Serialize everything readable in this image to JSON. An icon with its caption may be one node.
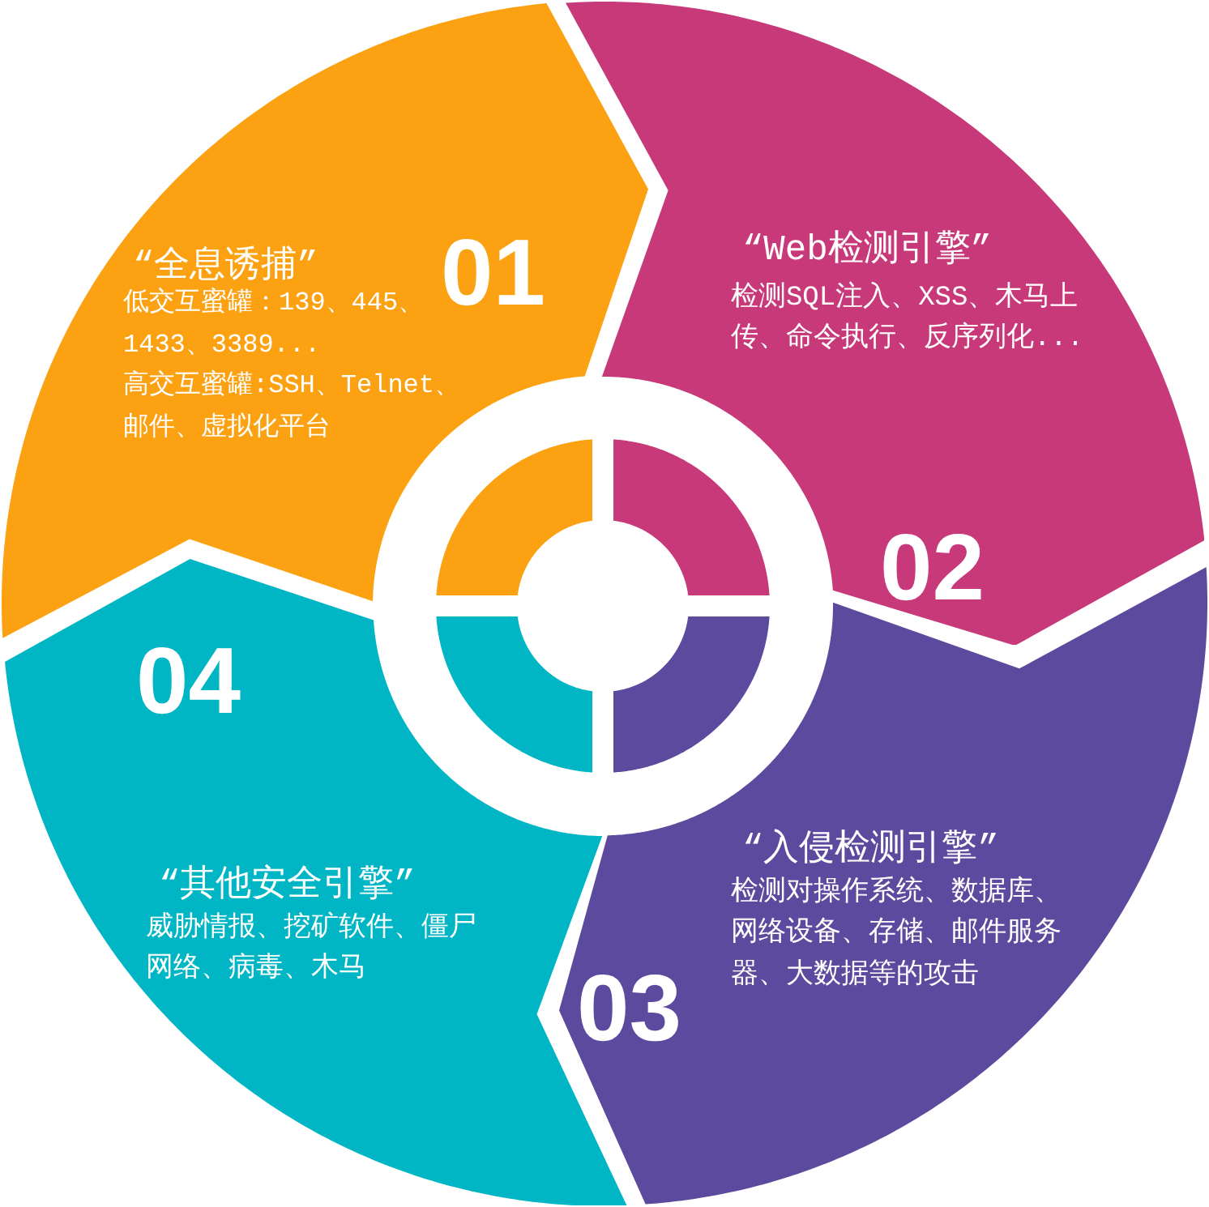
{
  "diagram": {
    "nodes": [
      {
        "text": [
          "01",
          "“全息诱捕”",
          "低交互蜜罐：139、445、1433、3389...",
          "高交互蜜罐:SSH、Telnet、邮件、虚拟化平台"
        ]
      },
      {
        "text": [
          "“Web检测引擎”",
          "检测SQL注入、XSS、木马上传、命令执行、反序列化...",
          "02"
        ]
      },
      {
        "text": [
          "“入侵检测引擎”",
          "检测对操作系统、数据库、网络设备、存储、邮件服务器、大数据等的攻击",
          "03"
        ]
      },
      {
        "text": [
          "04",
          "“其他安全引擎”",
          "威胁情报、挖矿软件、僵尸网络、病毒、木马"
        ]
      }
    ]
  }
}
